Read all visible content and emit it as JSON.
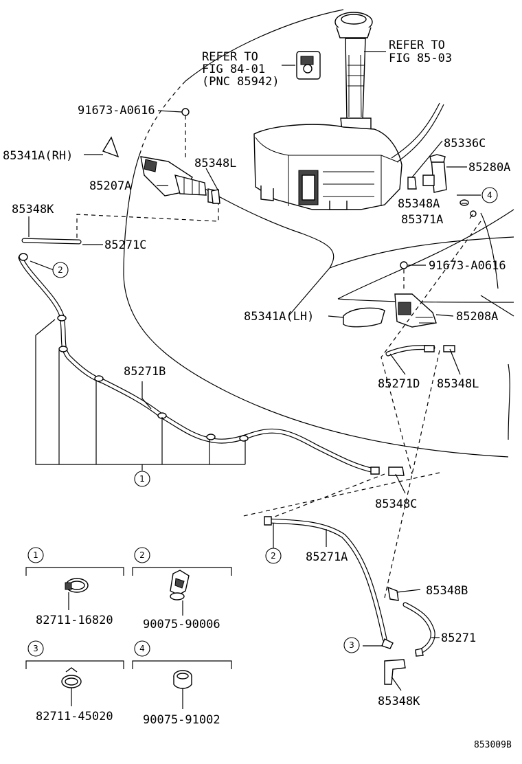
{
  "diagram_id": "853009B",
  "refer_notes": {
    "fig_84_01": [
      "REFER TO",
      "FIG 84-01",
      "(PNC 85942)"
    ],
    "fig_85_03": [
      "REFER TO",
      "FIG 85-03"
    ]
  },
  "part_labels": {
    "p91673_top": "91673-A0616",
    "p85341A_rh": "85341A(RH)",
    "p85348L_top": "85348L",
    "p85207A": "85207A",
    "p85348K_top": "85348K",
    "p85271C": "85271C",
    "p85336C": "85336C",
    "p85280A": "85280A",
    "p85348A": "85348A",
    "p85371A": "85371A",
    "p91673_right": "91673-A0616",
    "p85341A_lh": "85341A(LH)",
    "p85208A": "85208A",
    "p85271B": "85271B",
    "p85271D": "85271D",
    "p85348L_right": "85348L",
    "p85348C": "85348C",
    "p85271A": "85271A",
    "p85348B": "85348B",
    "p85271": "85271",
    "p85348K_bottom": "85348K"
  },
  "callouts": {
    "c1": "1",
    "c2a": "2",
    "c2b": "2",
    "c3": "3",
    "c4": "4"
  },
  "legend": [
    {
      "num": "1",
      "part": "82711-16820"
    },
    {
      "num": "2",
      "part": "90075-90006"
    },
    {
      "num": "3",
      "part": "82711-45020"
    },
    {
      "num": "4",
      "part": "90075-91002"
    }
  ]
}
